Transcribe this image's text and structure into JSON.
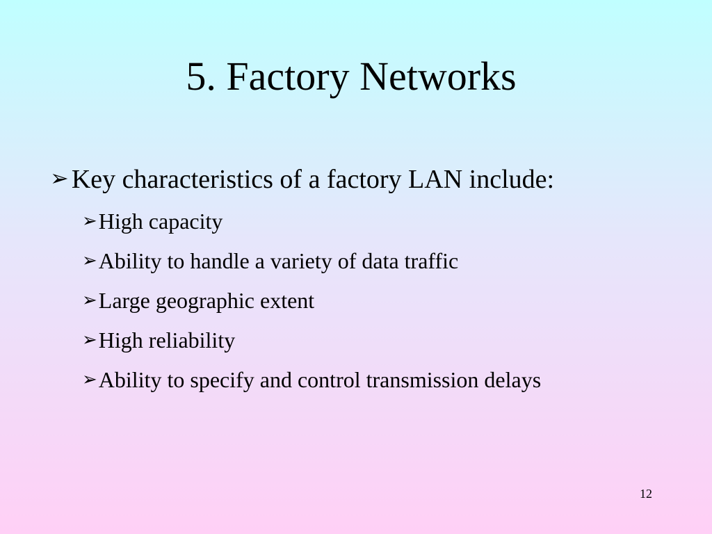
{
  "slide": {
    "title": "5. Factory Networks",
    "bullet_icon": "arrowhead-bullet-icon",
    "bullet_glyph": "➢",
    "main_point": "Key characteristics of a factory LAN include:",
    "sub_points": [
      "High capacity",
      "Ability to handle a variety of data traffic",
      "Large geographic extent",
      "High reliability",
      "Ability to specify and control transmission delays"
    ],
    "page_number": "12"
  }
}
